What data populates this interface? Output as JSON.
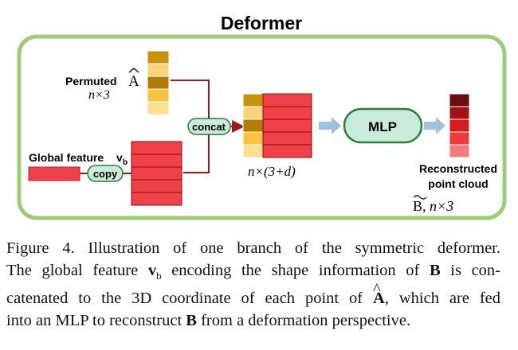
{
  "diagram": {
    "title": "Deformer",
    "permuted_label": "Permuted",
    "permuted_symbol": "A",
    "permuted_dims": "n×3",
    "global_label": "Global feature",
    "global_symbol_v": "v",
    "global_symbol_sub": "b",
    "copy_label": "copy",
    "concat_label": "concat",
    "concat_dims_pre": "n×(3+",
    "concat_dims_d": "d",
    "concat_dims_post": ")",
    "mlp_label": "MLP",
    "output_label_line1": "Reconstructed",
    "output_label_line2": "point cloud",
    "output_symbol": "B",
    "output_dims": ", n×3",
    "colors": {
      "frame_border": "#9bce74",
      "feature_red": "#f0414a",
      "mlp_fill": "#c8ecd9",
      "mlp_border": "#2e7a3f",
      "arrow_blue": "#9ec3e0",
      "line_dark_red": "#a01818",
      "yellow_cells": [
        "#c8920c",
        "#fbd47a",
        "#b27c08",
        "#fbc23c",
        "#fce08e"
      ],
      "output_cells": [
        "#6d0c0c",
        "#a51010",
        "#d81c1c",
        "#ee3a3a",
        "#f57b7b"
      ]
    }
  },
  "caption": {
    "line1": "Figure 4. Illustration of one branch of the symmetric deformer.",
    "line2_a": "The global feature ",
    "line2_v": "v",
    "line2_sub": "b",
    "line2_b": " encoding the shape information of ",
    "line2_B": "B",
    "line2_c": " is con-",
    "line3_a": "catenated to the 3D coordinate of each point of ",
    "line3_A": "A",
    "line3_b": ", which are fed",
    "line4_a": "into an MLP to reconstruct ",
    "line4_B": "B",
    "line4_b": " from a deformation perspective."
  }
}
